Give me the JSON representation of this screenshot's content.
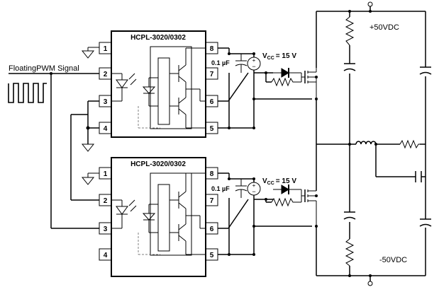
{
  "signal": {
    "input_label": "FloatingPWM Signal"
  },
  "gate_drivers": [
    {
      "part_label": "HCPL-3020/0302",
      "cap_label": "0.1 µF",
      "vcc_label": "V",
      "vcc_sub": "CC",
      "vcc_value": "= 15 V",
      "pins": [
        "1",
        "2",
        "3",
        "4",
        "5",
        "6",
        "7",
        "8"
      ]
    },
    {
      "part_label": "HCPL-3020/0302",
      "cap_label": "0.1 µF",
      "vcc_label": "V",
      "vcc_sub": "CC",
      "vcc_value": "= 15 V",
      "pins": [
        "1",
        "2",
        "3",
        "4",
        "5",
        "6",
        "7",
        "8"
      ]
    }
  ],
  "rails": {
    "positive_label": "+50VDC",
    "negative_label": "-50VDC"
  },
  "colors": {
    "ink": "#000000",
    "background": "#ffffff",
    "dashed_link": "#808080"
  }
}
